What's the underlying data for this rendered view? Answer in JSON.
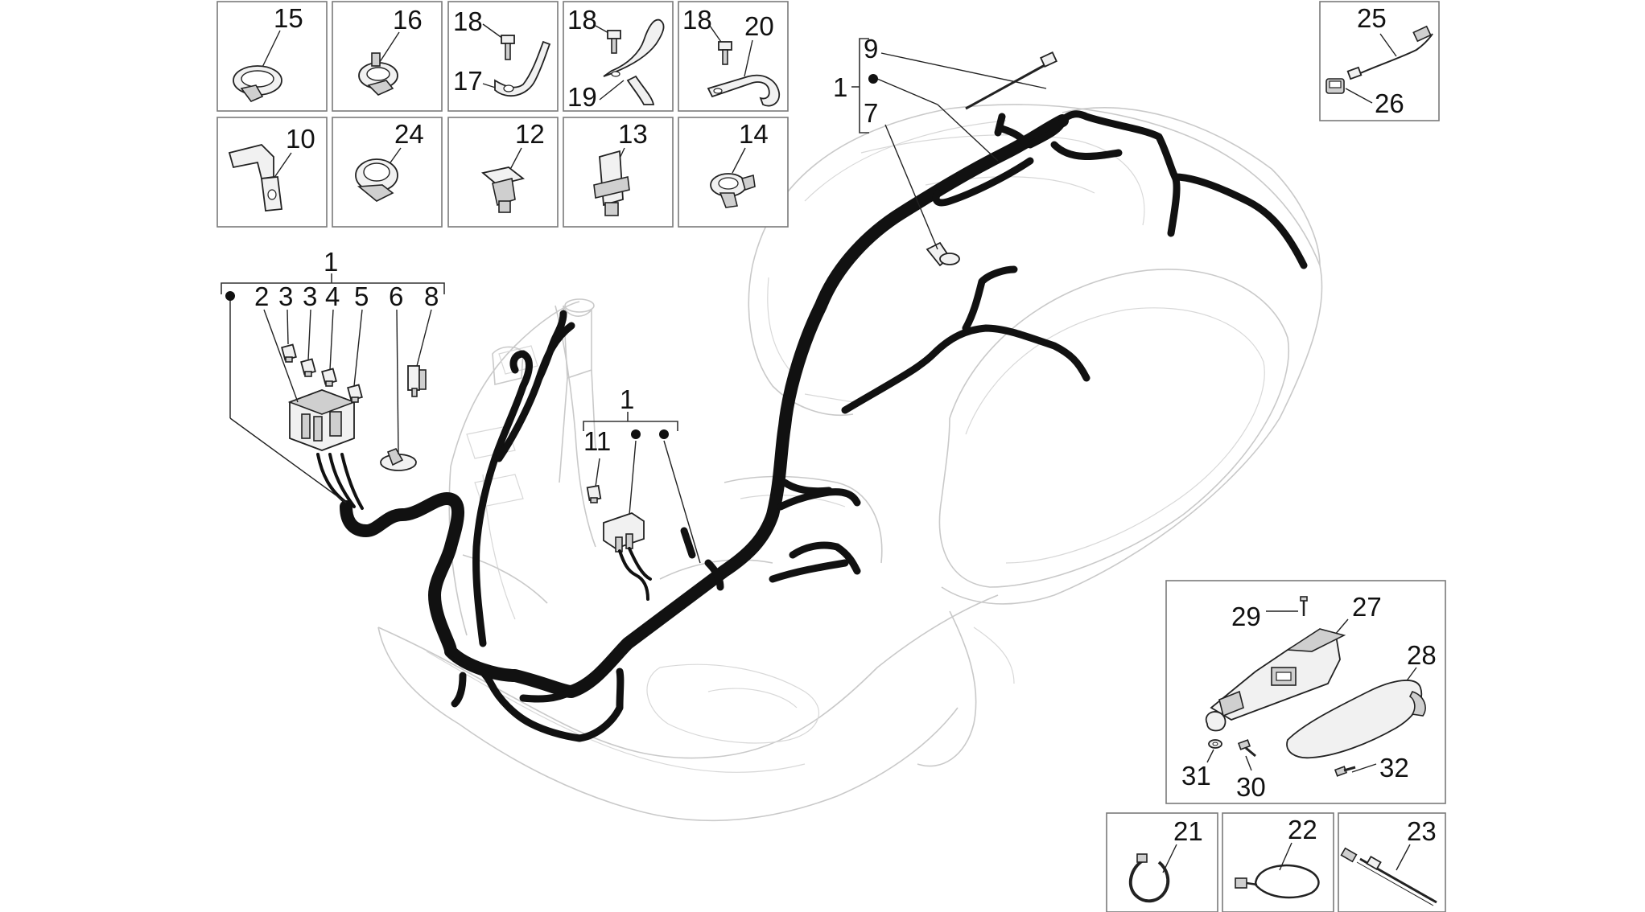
{
  "title": "",
  "callouts": {
    "n1": "1",
    "n2": "2",
    "n3": "3",
    "n4": "4",
    "n5": "5",
    "n6": "6",
    "n7": "7",
    "n8": "8",
    "n9": "9",
    "n10": "10",
    "n11": "11",
    "n12": "12",
    "n13": "13",
    "n14": "14",
    "n15": "15",
    "n16": "16",
    "n17": "17",
    "n18": "18",
    "n19": "19",
    "n20": "20",
    "n21": "21",
    "n22": "22",
    "n23": "23",
    "n24": "24",
    "n25": "25",
    "n26": "26",
    "n27": "27",
    "n28": "28",
    "n29": "29",
    "n30": "30",
    "n31": "31",
    "n32": "32"
  },
  "colors": {
    "harness": "#111111",
    "outline": "#c9c9c9",
    "box_border": "#7a7a7a"
  }
}
